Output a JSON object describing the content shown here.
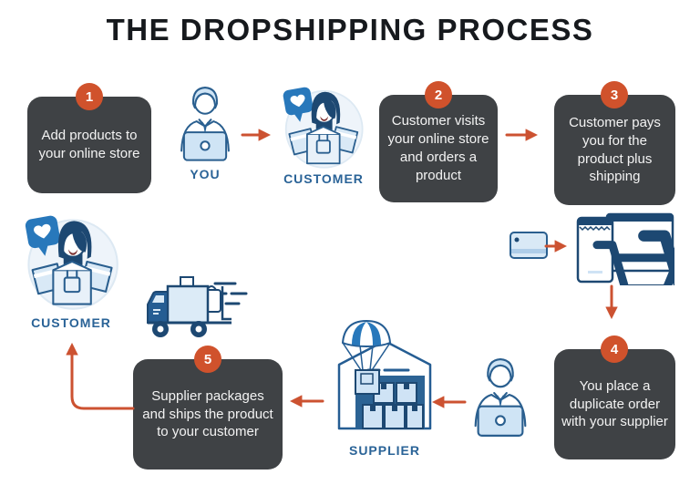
{
  "title": "THE DROPSHIPPING PROCESS",
  "steps": [
    {
      "number": "1",
      "text": "Add products to your online store"
    },
    {
      "number": "2",
      "text": "Customer visits your online store and orders a product"
    },
    {
      "number": "3",
      "text": "Customer pays you for the product plus shipping"
    },
    {
      "number": "4",
      "text": "You place a duplicate order with your supplier"
    },
    {
      "number": "5",
      "text": "Supplier packages and ships the product to your customer"
    }
  ],
  "actors": {
    "you_label": "YOU",
    "customer_label": "CUSTOMER",
    "customer_left_label": "CUSTOMER",
    "supplier_label": "SUPPLIER"
  },
  "icons": [
    "you-person-icon",
    "customer-heart-boxes-icon",
    "credit-card-icon",
    "phone-cart-icon",
    "browser-cart-icon",
    "delivery-truck-icon",
    "warehouse-parachute-icon",
    "supplier-person-icon"
  ],
  "colors": {
    "accent_orange_arrow": "#cc5231",
    "badge_orange": "#d0522c",
    "box_charcoal": "#3f4245",
    "title_black": "#16191d",
    "blue_dark": "#1d4872",
    "blue_mid": "#2878bb",
    "blue_stroke": "#2a5f8f",
    "blue_light": "#d6e8f6",
    "label_blue": "#2a6397"
  }
}
